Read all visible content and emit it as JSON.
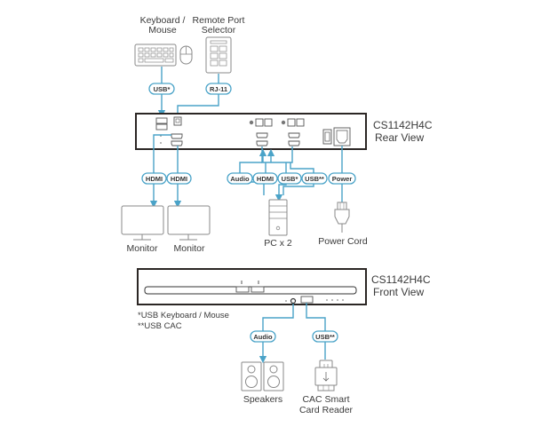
{
  "devices": {
    "keyboard_mouse": "Keyboard / Mouse",
    "keyboard_line1": "Keyboard /",
    "keyboard_line2": "Mouse",
    "remote_line1": "Remote Port",
    "remote_line2": "Selector",
    "monitor1": "Monitor",
    "monitor2": "Monitor",
    "pc": "PC x 2",
    "power_cord": "Power Cord",
    "speakers": "Speakers",
    "cac_line1": "CAC Smart",
    "cac_line2": "Card Reader"
  },
  "units": {
    "rear_model": "CS1142H4C",
    "rear_view": "Rear View",
    "front_model": "CS1142H4C",
    "front_view": "Front View"
  },
  "connectors": {
    "usb_star": "USB*",
    "rj11": "RJ-11",
    "hdmi1": "HDMI",
    "hdmi2": "HDMI",
    "audio": "Audio",
    "hdmi_pc": "HDMI",
    "usb_pc": "USB*",
    "usb_cac_pc": "USB**",
    "power": "Power",
    "front_audio": "Audio",
    "front_usb": "USB**"
  },
  "notes": {
    "note1": "*USB Keyboard / Mouse",
    "note2": "**USB CAC"
  },
  "colors": {
    "wire": "#4aa3c8",
    "unit_border": "#2b2624"
  }
}
